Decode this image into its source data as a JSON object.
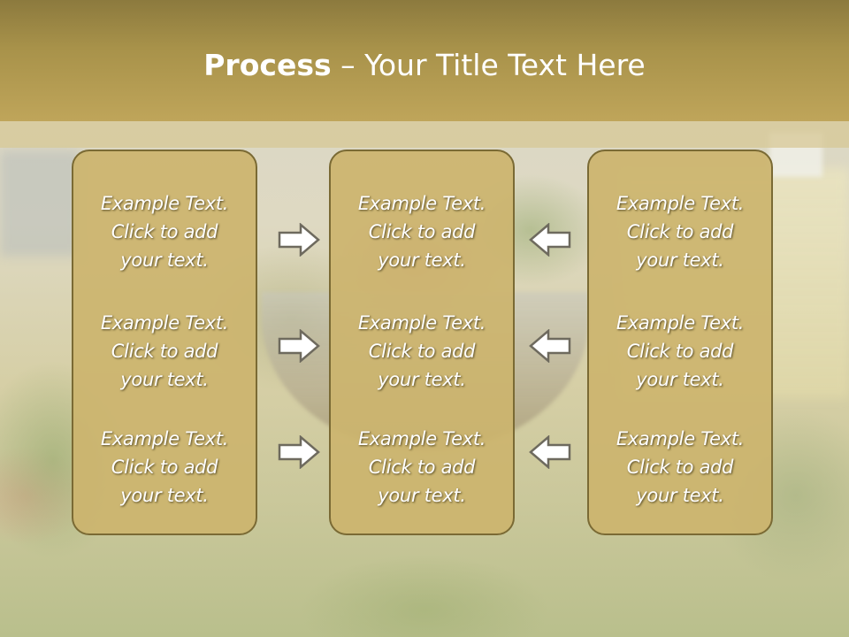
{
  "title": {
    "bold": "Process",
    "rest": " – Your Title Text Here"
  },
  "columns": [
    {
      "blocks": [
        {
          "l1": "Example Text.",
          "l2": "Click  to add",
          "l3": "your text."
        },
        {
          "l1": "Example Text.",
          "l2": "Click  to add",
          "l3": "your text."
        },
        {
          "l1": "Example Text.",
          "l2": "Click  to add",
          "l3": "your text."
        }
      ]
    },
    {
      "blocks": [
        {
          "l1": "Example Text.",
          "l2": "Click  to add",
          "l3": "your text."
        },
        {
          "l1": "Example Text.",
          "l2": "Click  to add",
          "l3": "your text."
        },
        {
          "l1": "Example Text.",
          "l2": "Click  to add",
          "l3": "your text."
        }
      ]
    },
    {
      "blocks": [
        {
          "l1": "Example Text.",
          "l2": "Click  to add",
          "l3": "your text."
        },
        {
          "l1": "Example Text.",
          "l2": "Click  to add",
          "l3": "your text."
        },
        {
          "l1": "Example Text.",
          "l2": "Click  to add",
          "l3": "your text."
        }
      ]
    }
  ],
  "arrows": [
    {
      "icon": "right-arrow-icon"
    },
    {
      "icon": "right-arrow-icon"
    },
    {
      "icon": "right-arrow-icon"
    },
    {
      "icon": "left-arrow-icon"
    },
    {
      "icon": "left-arrow-icon"
    },
    {
      "icon": "left-arrow-icon"
    }
  ],
  "colors": {
    "title_band": "#a8924a",
    "column_fill": "#ccb46e",
    "column_border": "#7a6a34",
    "text": "#ffffff",
    "arrow_fill": "#ffffff",
    "arrow_stroke": "#6e6a5e"
  }
}
